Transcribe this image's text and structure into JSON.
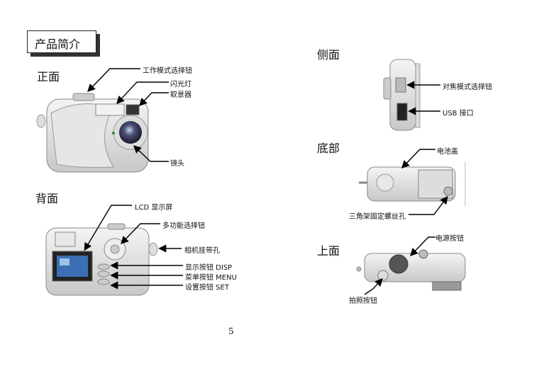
{
  "title": "产品简介",
  "sections": {
    "front": "正面",
    "back": "背面",
    "side": "侧面",
    "bottom": "底部",
    "top": "上面"
  },
  "front_labels": {
    "mode_dial": "工作模式选择钮",
    "flash": "闪光灯",
    "viewfinder": "取景器",
    "lens": "镜头"
  },
  "back_labels": {
    "lcd": "LCD 显示屏",
    "multi_selector": "多功能选择钮",
    "strap_hole": "相机挂带孔",
    "disp": "显示按钮  DISP",
    "menu": "菜单按钮  MENU",
    "set": "设置按钮  SET"
  },
  "side_labels": {
    "focus": "对焦模式选择钮",
    "usb": "USB 接口"
  },
  "bottom_labels": {
    "battery": "电池盖",
    "tripod": "三角架固定螺丝孔"
  },
  "top_labels": {
    "power": "电源按钮",
    "shutter": "拍照按钮"
  },
  "page_number": "5"
}
